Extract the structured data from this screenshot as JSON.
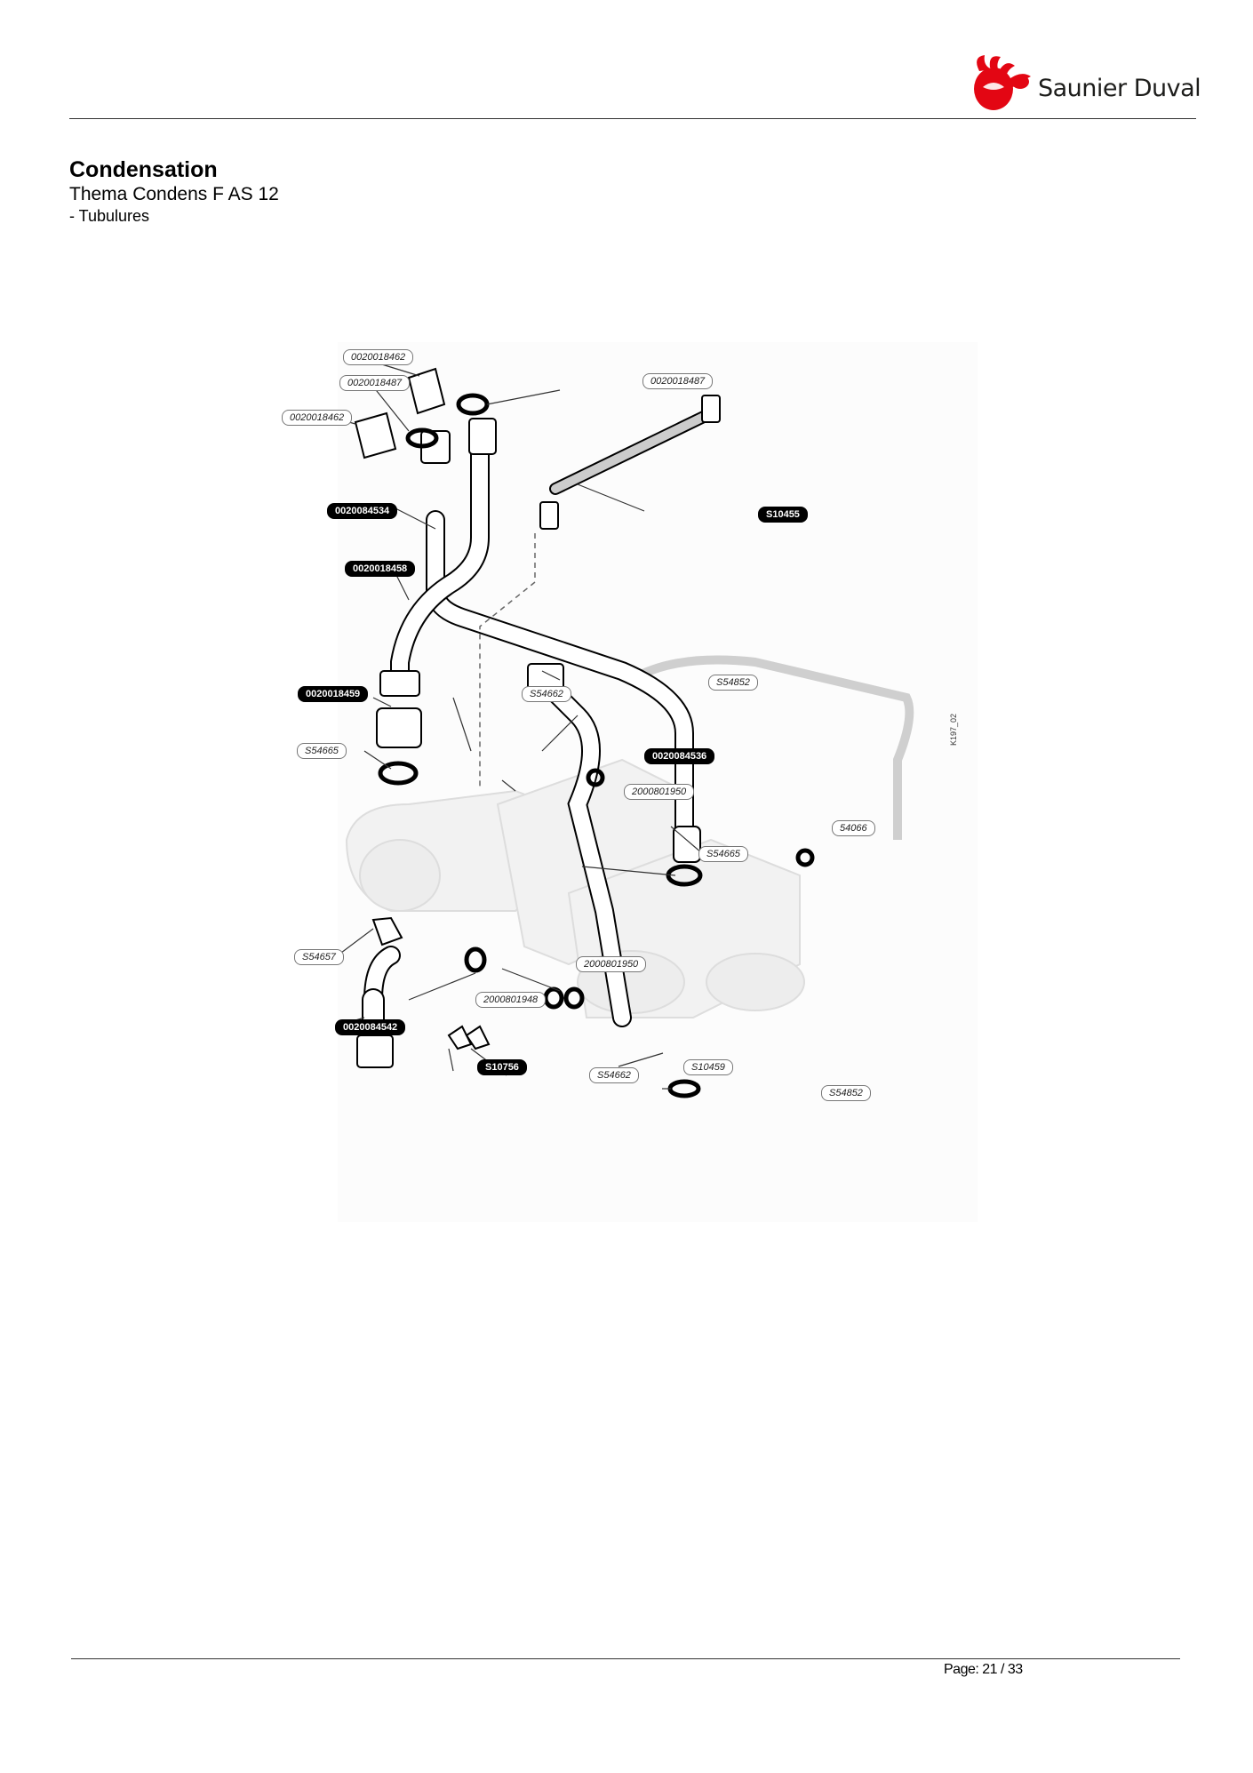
{
  "brand": {
    "name": "Saunier Duval",
    "color": "#e30613"
  },
  "document": {
    "title": "Condensation",
    "model": "Thema Condens F AS 12",
    "section": "- Tubulures"
  },
  "diagram": {
    "reference": "K197_02",
    "callouts": [
      {
        "id": "c1",
        "text": "0020018462",
        "style": "outline"
      },
      {
        "id": "c2",
        "text": "0020018487",
        "style": "outline"
      },
      {
        "id": "c3",
        "text": "0020018487",
        "style": "outline"
      },
      {
        "id": "c4",
        "text": "0020018462",
        "style": "outline"
      },
      {
        "id": "c5",
        "text": "0020084534",
        "style": "filled"
      },
      {
        "id": "c6",
        "text": "S10455",
        "style": "filled"
      },
      {
        "id": "c7",
        "text": "0020018458",
        "style": "filled"
      },
      {
        "id": "c8",
        "text": "S54852",
        "style": "outline"
      },
      {
        "id": "c9",
        "text": "0020018459",
        "style": "filled"
      },
      {
        "id": "c10",
        "text": "S54662",
        "style": "outline"
      },
      {
        "id": "c11",
        "text": "S54665",
        "style": "outline"
      },
      {
        "id": "c12",
        "text": "0020084536",
        "style": "filled"
      },
      {
        "id": "c13",
        "text": "2000801950",
        "style": "outline"
      },
      {
        "id": "c14",
        "text": "54066",
        "style": "outline"
      },
      {
        "id": "c15",
        "text": "S54665",
        "style": "outline"
      },
      {
        "id": "c16",
        "text": "S54657",
        "style": "outline"
      },
      {
        "id": "c17",
        "text": "2000801950",
        "style": "outline"
      },
      {
        "id": "c18",
        "text": "2000801948",
        "style": "outline"
      },
      {
        "id": "c19",
        "text": "0020084542",
        "style": "filled"
      },
      {
        "id": "c20",
        "text": "S10756",
        "style": "filled"
      },
      {
        "id": "c21",
        "text": "S54662",
        "style": "outline"
      },
      {
        "id": "c22",
        "text": "S10459",
        "style": "outline"
      },
      {
        "id": "c23",
        "text": "S54852",
        "style": "outline"
      }
    ]
  },
  "footer": {
    "page": "Page: 21 / 33"
  }
}
